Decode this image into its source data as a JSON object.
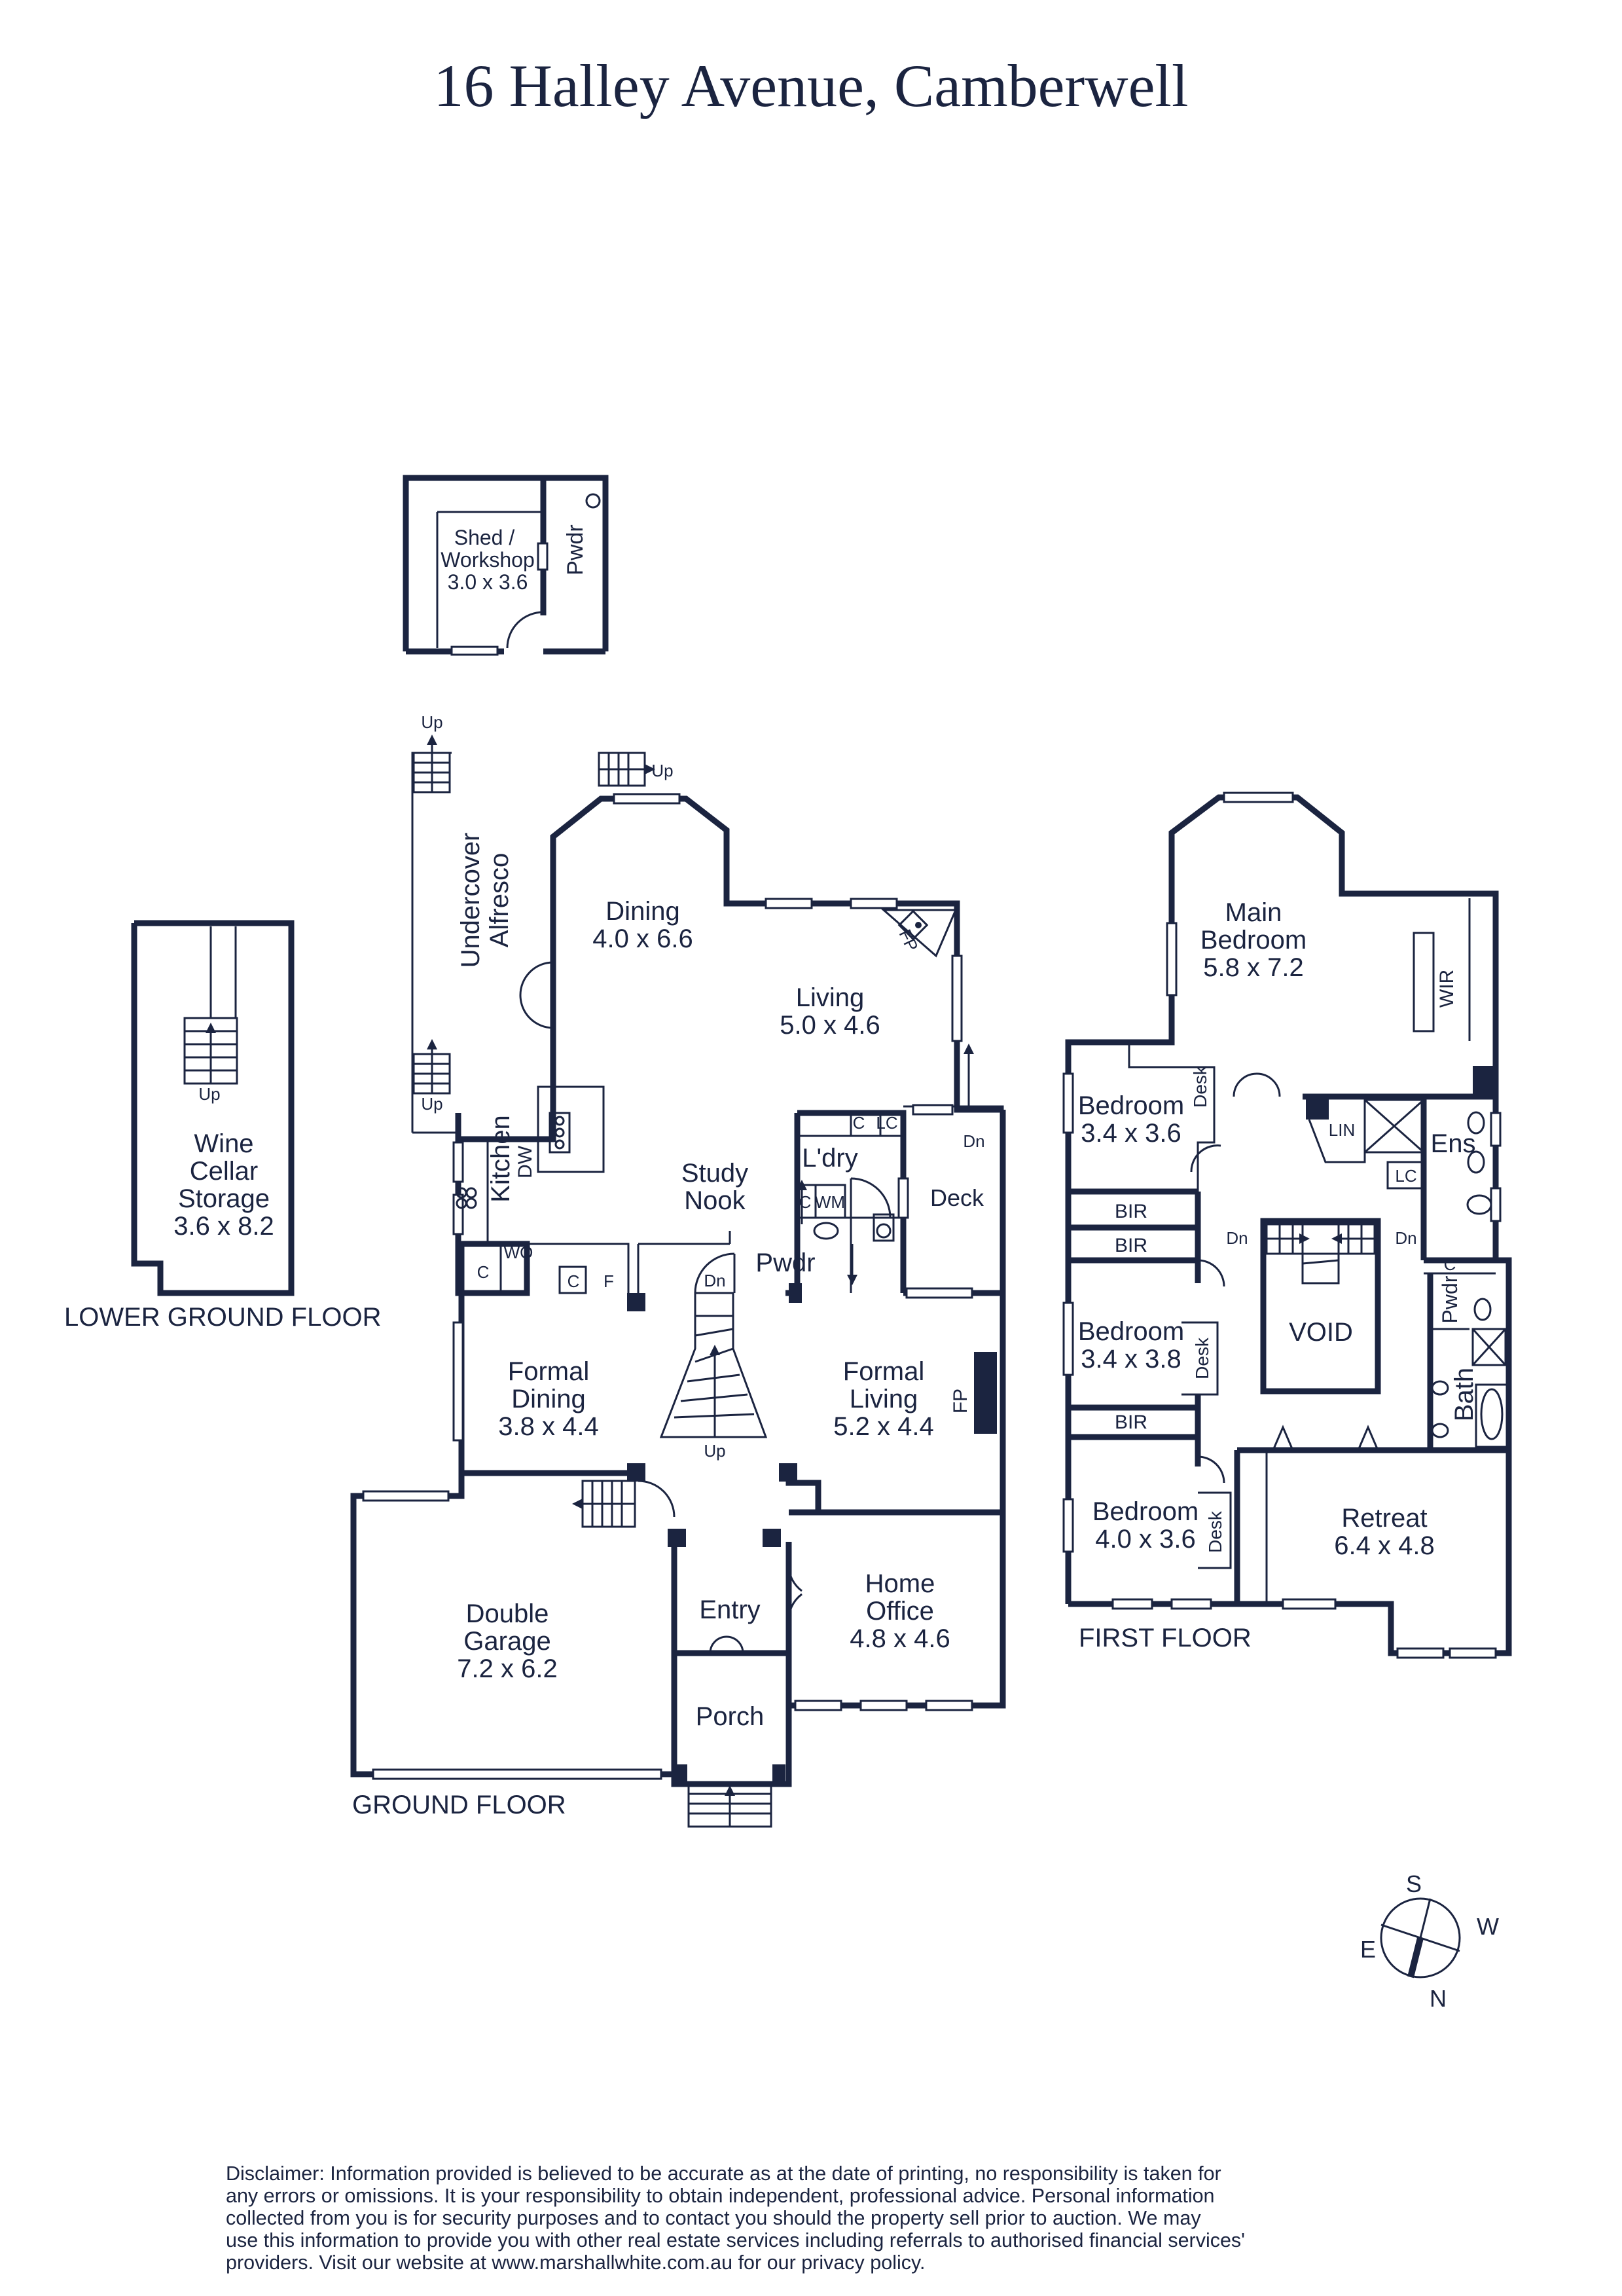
{
  "title": "16 Halley Avenue, Camberwell",
  "floors": {
    "lower_ground": "LOWER GROUND FLOOR",
    "ground": "GROUND FLOOR",
    "first": "FIRST FLOOR"
  },
  "rooms": {
    "shed_1": "Shed /",
    "shed_2": "Workshop",
    "shed_dim": "3.0 x 3.6",
    "shed_pwdr": "Pwdr",
    "wine_1": "Wine",
    "wine_2": "Cellar",
    "wine_3": "Storage",
    "wine_dim": "3.6 x 8.2",
    "alfresco_1": "Undercover",
    "alfresco_2": "Alfresco",
    "dining": "Dining",
    "dining_dim": "4.0 x 6.6",
    "living": "Living",
    "living_dim": "5.0 x 4.6",
    "kitchen": "Kitchen",
    "study_1": "Study",
    "study_2": "Nook",
    "laundry": "L'dry",
    "deck": "Deck",
    "pwdr": "Pwdr",
    "formal_dining_1": "Formal",
    "formal_dining_2": "Dining",
    "formal_dining_dim": "3.8 x 4.4",
    "formal_living_1": "Formal",
    "formal_living_2": "Living",
    "formal_living_dim": "5.2 x 4.4",
    "garage_1": "Double",
    "garage_2": "Garage",
    "garage_dim": "7.2  x 6.2",
    "entry": "Entry",
    "office_1": "Home",
    "office_2": "Office",
    "office_dim": "4.8  x 4.6",
    "porch": "Porch",
    "main_bed_1": "Main",
    "main_bed_2": "Bedroom",
    "main_bed_dim": "5.8  x 7.2",
    "wir": "WIR",
    "bed2": "Bedroom",
    "bed2_dim": "3.4 x 3.6",
    "ens": "Ens",
    "lin": "LIN",
    "bir": "BIR",
    "bed3": "Bedroom",
    "bed3_dim": "3.4 x 3.8",
    "void": "VOID",
    "bath": "Bath",
    "bed4": "Bedroom",
    "bed4_dim": "4.0 x 3.6",
    "retreat": "Retreat",
    "retreat_dim": "6.4 x 4.8",
    "desk": "Desk"
  },
  "fixtures": {
    "up": "Up",
    "dn": "Dn",
    "fp": "FP",
    "dw": "DW",
    "wo": "WO",
    "c": "C",
    "f": "F",
    "lc": "LC",
    "wm": "WM"
  },
  "compass": {
    "s": "S",
    "w": "W",
    "e": "E",
    "n": "N"
  },
  "disclaimer": [
    "Disclaimer: Information provided is believed to be accurate as at the date of printing, no responsibility is taken for",
    "any errors or omissions. It is your responsibility to obtain independent, professional advice. Personal information",
    "collected from you is for security purposes and to contact you should the property sell prior to auction. We may",
    "use this information to provide you with other real estate services including referrals to authorised financial services'",
    "providers. Visit our website at www.marshallwhite.com.au for our privacy policy."
  ]
}
